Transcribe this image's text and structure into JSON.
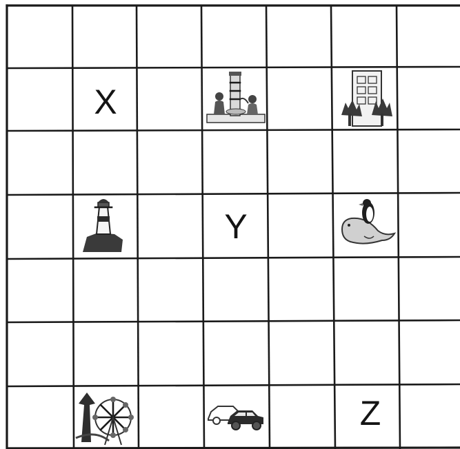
{
  "grid": {
    "columns": 7,
    "rows": 7
  },
  "labels": [
    {
      "text": "X",
      "row": 1,
      "col": 1
    },
    {
      "text": "Y",
      "row": 3,
      "col": 3
    },
    {
      "text": "Z",
      "row": 6,
      "col": 5
    }
  ],
  "pictures": [
    {
      "icon": "playground-icon",
      "row": 1,
      "col": 3
    },
    {
      "icon": "building-with-trees-icon",
      "row": 1,
      "col": 5
    },
    {
      "icon": "lighthouse-icon",
      "row": 3,
      "col": 1
    },
    {
      "icon": "seal-and-penguin-icon",
      "row": 3,
      "col": 5
    },
    {
      "icon": "ferris-wheel-icon",
      "row": 6,
      "col": 1
    },
    {
      "icon": "cars-icon",
      "row": 6,
      "col": 3
    }
  ],
  "colors": {
    "line": "#1a1a1a",
    "background": "#ffffff",
    "ink": "#141414"
  }
}
